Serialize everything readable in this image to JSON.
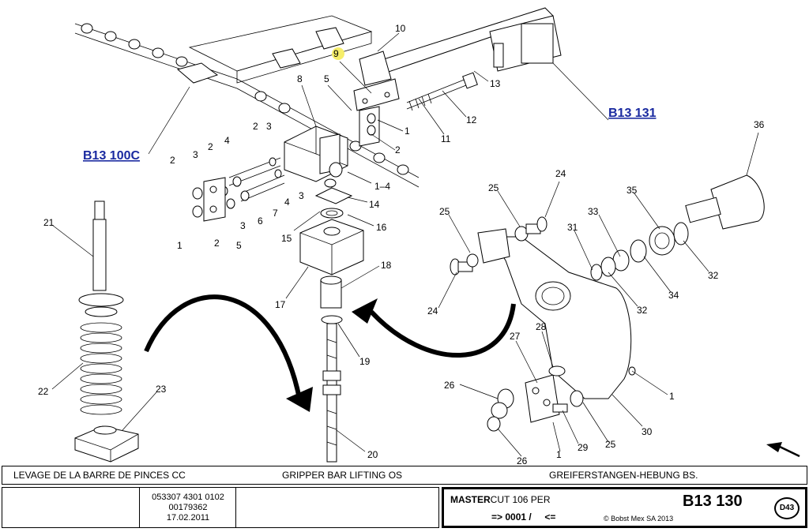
{
  "diagram": {
    "refs": {
      "b13_100c": "B13 100C",
      "b13_131": "B13 131"
    },
    "callouts": {
      "c1_a": "1",
      "c1_b": "1",
      "c1_c": "1",
      "c1_d": "1",
      "c1_4": "1–4",
      "c2_a": "2",
      "c2_b": "2",
      "c2_c": "2",
      "c2_d": "2",
      "c2_e": "2",
      "c3_a": "3",
      "c3_b": "3",
      "c3_c": "3",
      "c3_d": "3",
      "c4_a": "4",
      "c4_b": "4",
      "c5_a": "5",
      "c5_b": "5",
      "c6": "6",
      "c7": "7",
      "c8": "8",
      "c9": "9",
      "c10": "10",
      "c11": "11",
      "c12": "12",
      "c13": "13",
      "c14": "14",
      "c15": "15",
      "c16": "16",
      "c17": "17",
      "c18": "18",
      "c19": "19",
      "c20": "20",
      "c21": "21",
      "c22": "22",
      "c23": "23",
      "c24_a": "24",
      "c24_b": "24",
      "c25_a": "25",
      "c25_b": "25",
      "c25_c": "25",
      "c26_a": "26",
      "c26_b": "26",
      "c27": "27",
      "c28": "28",
      "c29": "29",
      "c30": "30",
      "c31": "31",
      "c32_a": "32",
      "c32_b": "32",
      "c33": "33",
      "c34": "34",
      "c35": "35",
      "c36": "36"
    }
  },
  "title_block": {
    "title_fr": "LEVAGE DE LA BARRE DE PINCES CC",
    "title_en": "GRIPPER BAR LIFTING OS",
    "title_de": "GREIFERSTANGEN-HEBUNG BS.",
    "part_number": "053307 4301 0102",
    "serial": "00179362",
    "date": "17.02.2011",
    "model_bold": "MASTER",
    "model_rest": "CUT 106 PER",
    "nav_text": "=> 0001 /     <=",
    "copyright": "© Bobst Mex SA 2013",
    "sheet_code": "B13 130",
    "sheet_badge": "D43"
  },
  "colors": {
    "link": "#1a2aa0",
    "highlight": "#f6ee6a"
  }
}
